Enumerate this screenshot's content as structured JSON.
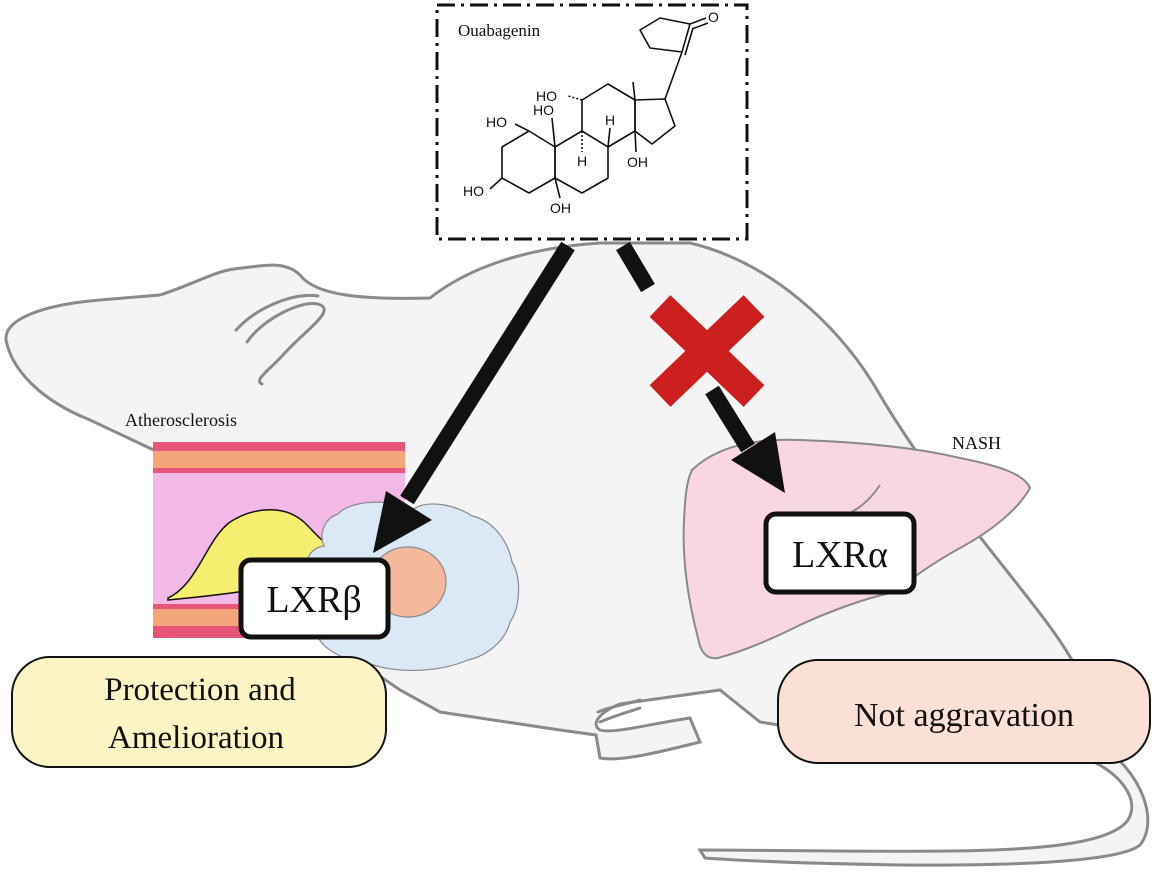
{
  "compound": {
    "name": "Ouabagenin",
    "atoms": {
      "ho_c11": "HO",
      "ho_c19": "HO",
      "ho_c1": "HO",
      "ho_c3": "HO",
      "oh_c5": "OH",
      "oh_c14": "OH",
      "h_c9": "H",
      "h_c8": "H",
      "o_carbonyl": "O"
    }
  },
  "left": {
    "disease_label": "Atherosclerosis",
    "receptor": "LXRβ",
    "outcome_line1": "Protection and",
    "outcome_line2": "Amelioration"
  },
  "right": {
    "disease_label": "NASH",
    "receptor": "LXRα",
    "outcome": "Not aggravation"
  },
  "colors": {
    "outline": "#8a8a8a",
    "body_fill": "#f4f4f4",
    "artery_pink": "#f2b8e6",
    "artery_orange": "#f4a67a",
    "artery_red": "#e8557a",
    "plaque_yellow": "#f6ee6e",
    "macrophage_blue": "#dbe8f6",
    "nucleus_salmon": "#f4b99c",
    "liver_pink": "#f9d6e4",
    "left_pill": "#fcf4c4",
    "right_pill": "#fbe0d6",
    "block_cross": "#cc1f1f",
    "arrow": "#111111"
  }
}
